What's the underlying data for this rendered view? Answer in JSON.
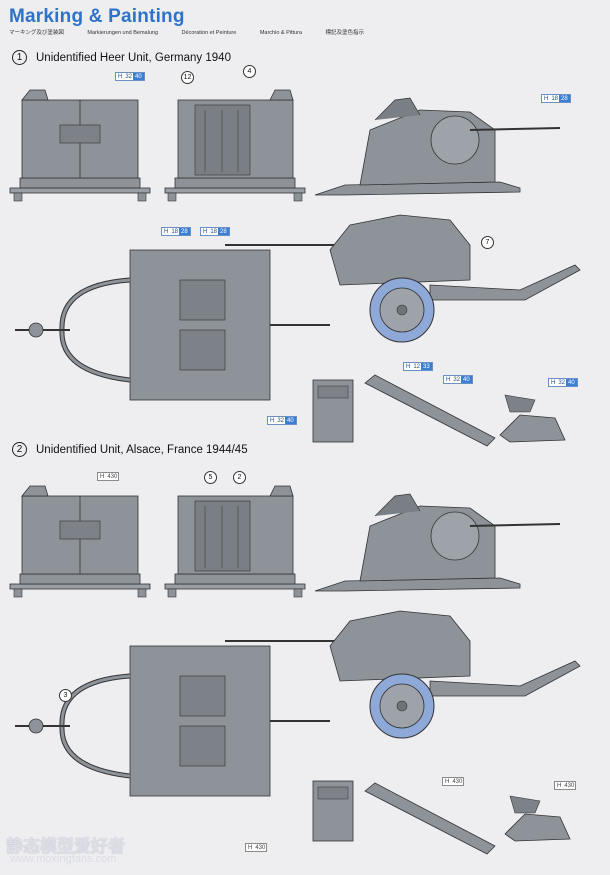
{
  "page": {
    "title": "Marking & Painting",
    "subtitles": [
      "マーキング及び塗装図",
      "Markierungen und Bemalung",
      "Décoration et Peinture",
      "Marchio & Pittura",
      "標記及塗色指示"
    ]
  },
  "sections": [
    {
      "number": "1",
      "title": "Unidentified Heer Unit, Germany 1940"
    },
    {
      "number": "2",
      "title": "Unidentified Unit, Alsace, France 1944/45"
    }
  ],
  "callouts": [
    "12",
    "4",
    "7",
    "5",
    "2",
    "3"
  ],
  "codes": {
    "h": "H",
    "c1": {
      "a": "32",
      "b": "40"
    },
    "c2": {
      "a": "18",
      "b": "28"
    },
    "c3": {
      "a": "18",
      "b": "28"
    },
    "c4": {
      "a": "18",
      "b": "28"
    },
    "c5": {
      "a": "12",
      "b": "33"
    },
    "c6": {
      "a": "32",
      "b": "40"
    },
    "c7": {
      "a": "32",
      "b": "40"
    },
    "c8": {
      "a": "32",
      "b": "40"
    },
    "g1": "430",
    "g2": "430",
    "g3": "430",
    "g4": "430"
  },
  "colors": {
    "accent": "#2f73c9",
    "gun_gray": "#8e939a",
    "tire_blue": "#8ea8d8",
    "page": "#eeeef0"
  },
  "watermark": {
    "text": "静态模型爱好者",
    "url": "www.moxingfans.com"
  }
}
